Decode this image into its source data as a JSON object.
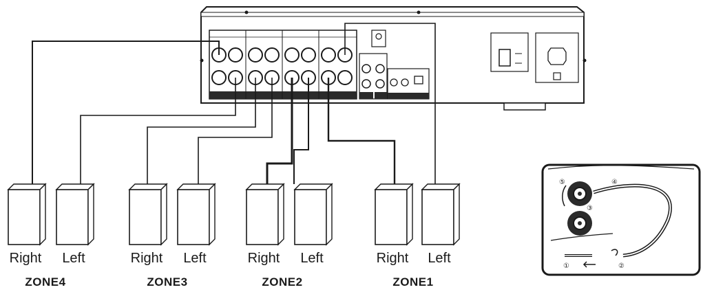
{
  "speakers": [
    {
      "label": "Right",
      "zone": "ZONE4"
    },
    {
      "label": "Left",
      "zone": "ZONE4"
    },
    {
      "label": "Right",
      "zone": "ZONE3"
    },
    {
      "label": "Left",
      "zone": "ZONE3"
    },
    {
      "label": "Right",
      "zone": "ZONE2"
    },
    {
      "label": "Left",
      "zone": "ZONE2"
    },
    {
      "label": "Right",
      "zone": "ZONE1"
    },
    {
      "label": "Left",
      "zone": "ZONE1"
    }
  ],
  "zones": [
    "ZONE4",
    "ZONE3",
    "ZONE2",
    "ZONE1"
  ],
  "inset": {
    "step_numbers": [
      "①",
      "②",
      "③",
      "④",
      "⑤"
    ]
  },
  "colors": {
    "line": "#1a1a1a",
    "panel": "#ffffff",
    "terminal_dark": "#2b2b2b"
  }
}
